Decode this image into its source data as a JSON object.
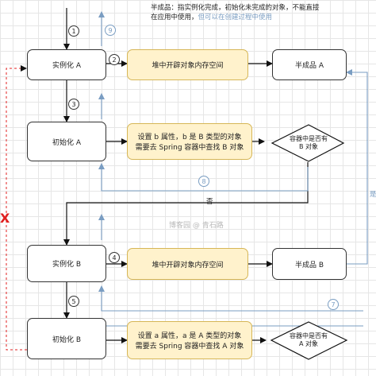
{
  "note": {
    "line1": "半成品：指实例化完成，初始化未完成的对象，不能直接",
    "line2_plain": "在应用中使用，",
    "line2_highlight": "但可以在创建过程中使用"
  },
  "nodes": {
    "instantiate_a": "实例化 A",
    "alloc_a": "堆中开辟对象内存空间",
    "half_a": "半成品 A",
    "init_a": "初始化 A",
    "set_b_line1": "设置 b 属性，b 是 B 类型的对象",
    "set_b_line2": "需要去 Spring 容器中查找 B 对象",
    "check_b_line1": "容器中是否有",
    "check_b_line2": "B 对象",
    "instantiate_b": "实例化 B",
    "alloc_b": "堆中开辟对象内存空间",
    "half_b": "半成品 B",
    "init_b": "初始化 B",
    "set_a_line1": "设置 a 属性，a 是 A 类型的对象",
    "set_a_line2": "需要去 Spring 容器中查找 A 对象",
    "check_a_line1": "容器中是否有",
    "check_a_line2": "A 对象"
  },
  "edge_labels": {
    "no": "否",
    "yes": "是"
  },
  "steps": [
    "1",
    "2",
    "3",
    "4",
    "5",
    "7",
    "8",
    "9"
  ],
  "watermark": "博客园 @ 青石路",
  "cross_mark": "X",
  "colors": {
    "highlight_blue": "#7a9dc2",
    "process_fill": "#fff2cc",
    "process_border": "#d6b656",
    "failure_red": "#e02020"
  }
}
